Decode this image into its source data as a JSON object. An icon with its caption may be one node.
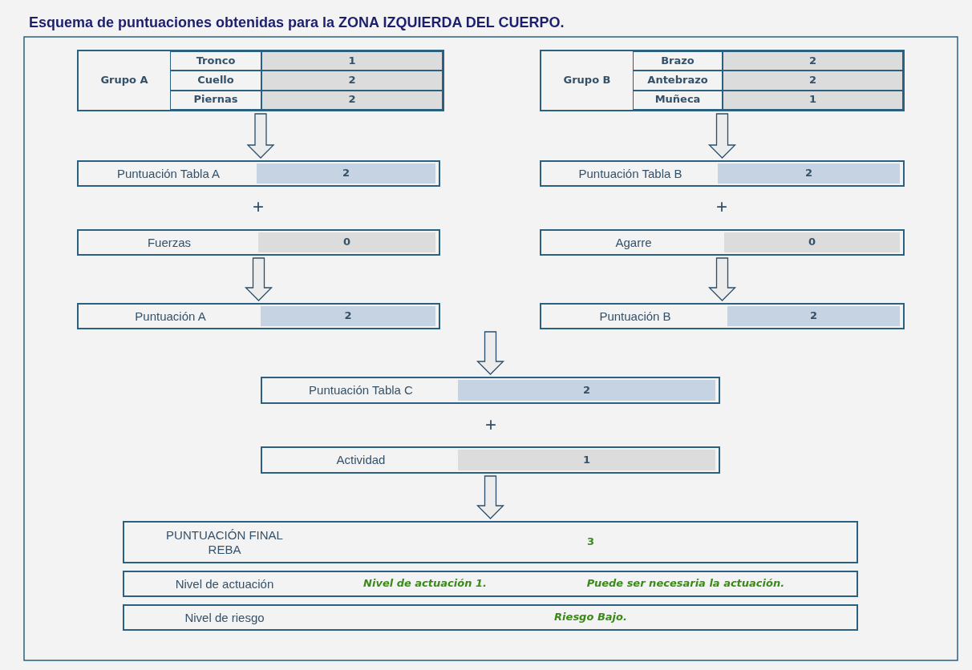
{
  "diagram": {
    "title": "Esquema de puntuaciones obtenidas para la ZONA IZQUIERDA DEL CUERPO.",
    "nodes": [
      {
        "text": [
          "Grupo A",
          "Tronco",
          "1",
          "Cuello",
          "2",
          "Piernas",
          "2"
        ]
      },
      {
        "text": [
          "Grupo B",
          "Brazo",
          "2",
          "Antebrazo",
          "2",
          "Muñeca",
          "1"
        ]
      },
      {
        "text": [
          "Puntuación Tabla A",
          "2"
        ]
      },
      {
        "text": [
          "Fuerzas",
          "0"
        ]
      },
      {
        "text": [
          "Puntuación A",
          "2"
        ]
      },
      {
        "text": [
          "Puntuación Tabla B",
          "2"
        ]
      },
      {
        "text": [
          "Agarre",
          "0"
        ]
      },
      {
        "text": [
          "Puntuación B",
          "2"
        ]
      },
      {
        "text": [
          "Puntuación Tabla C",
          "2"
        ]
      },
      {
        "text": [
          "Actividad",
          "1"
        ]
      },
      {
        "text": [
          "PUNTUACIÓN FINAL REBA",
          "3"
        ]
      },
      {
        "text": [
          "Nivel de actuación",
          "Nivel de actuación 1.",
          "Puede ser necesaria la actuación."
        ]
      },
      {
        "text": [
          "Nivel de riesgo",
          "Riesgo Bajo."
        ]
      }
    ],
    "edges": [
      {
        "from": 0,
        "to": 2,
        "arrow": "to"
      },
      {
        "from": 3,
        "to": 4,
        "arrow": "to"
      },
      {
        "from": 1,
        "to": 5,
        "arrow": "to"
      },
      {
        "from": 6,
        "to": 7,
        "arrow": "to"
      },
      {
        "from": 4,
        "to": 8,
        "arrow": "to"
      },
      {
        "from": 7,
        "to": 8,
        "arrow": "to"
      },
      {
        "from": 9,
        "to": 10,
        "arrow": "to"
      }
    ],
    "labels": [
      "+",
      "+",
      "+"
    ]
  }
}
